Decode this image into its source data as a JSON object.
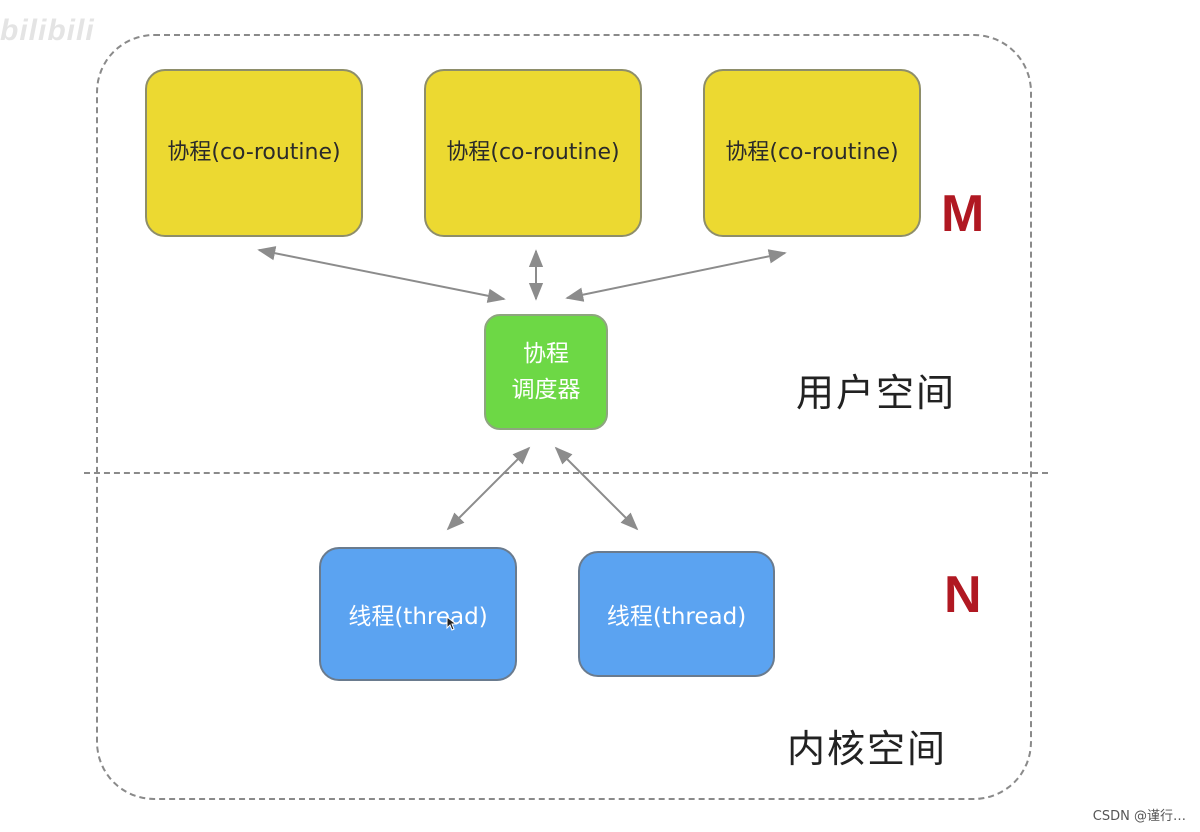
{
  "watermark": "bilibili",
  "coroutines": [
    {
      "label": "协程(co-routine)"
    },
    {
      "label": "协程(co-routine)"
    },
    {
      "label": "协程(co-routine)"
    }
  ],
  "scheduler": {
    "line1": "协程",
    "line2": "调度器"
  },
  "threads": [
    {
      "label": "线程(thread)"
    },
    {
      "label": "线程(thread)"
    }
  ],
  "letters": {
    "m": "M",
    "n": "N"
  },
  "regions": {
    "user_space": "用户空间",
    "kernel_space": "内核空间"
  },
  "credit": "CSDN @谨行…",
  "colors": {
    "coroutine_fill": "#ecd931",
    "scheduler_fill": "#6dd845",
    "thread_fill": "#5ba3f1",
    "letter_color": "#b01822",
    "arrow_color": "#8c8c8c"
  }
}
